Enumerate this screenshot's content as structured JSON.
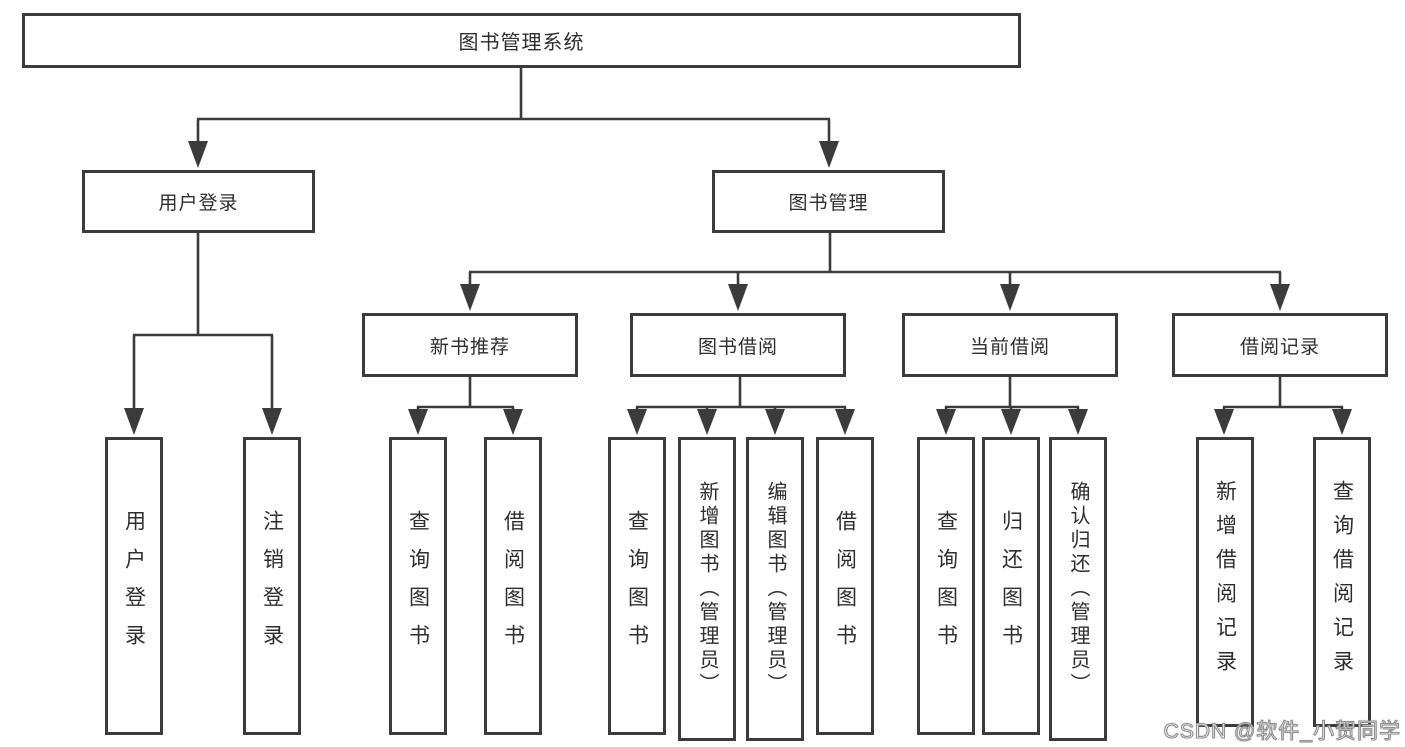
{
  "colors": {
    "line": "#3b3b3b",
    "box_border": "#3b3b3b",
    "text": "#2e2e2e",
    "background": "#ffffff",
    "watermark_stroke": "#8f8f8f"
  },
  "watermark": {
    "text": "CSDN @软件_小贺同学"
  },
  "tree": {
    "root": {
      "label": "图书管理系统"
    },
    "branches": [
      {
        "label": "用户登录",
        "children": [
          {
            "label": "用户登录"
          },
          {
            "label": "注销登录"
          }
        ]
      },
      {
        "label": "图书管理",
        "children": [
          {
            "label": "新书推荐",
            "children": [
              {
                "label": "查询图书"
              },
              {
                "label": "借阅图书"
              }
            ]
          },
          {
            "label": "图书借阅",
            "children": [
              {
                "label": "查询图书"
              },
              {
                "label": "新增图书（管理员）"
              },
              {
                "label": "编辑图书（管理员）"
              },
              {
                "label": "借阅图书"
              }
            ]
          },
          {
            "label": "当前借阅",
            "children": [
              {
                "label": "查询图书"
              },
              {
                "label": "归还图书"
              },
              {
                "label": "确认归还（管理员）"
              }
            ]
          },
          {
            "label": "借阅记录",
            "children": [
              {
                "label": "新增借阅记录"
              },
              {
                "label": "查询借阅记录"
              }
            ]
          }
        ]
      }
    ]
  }
}
